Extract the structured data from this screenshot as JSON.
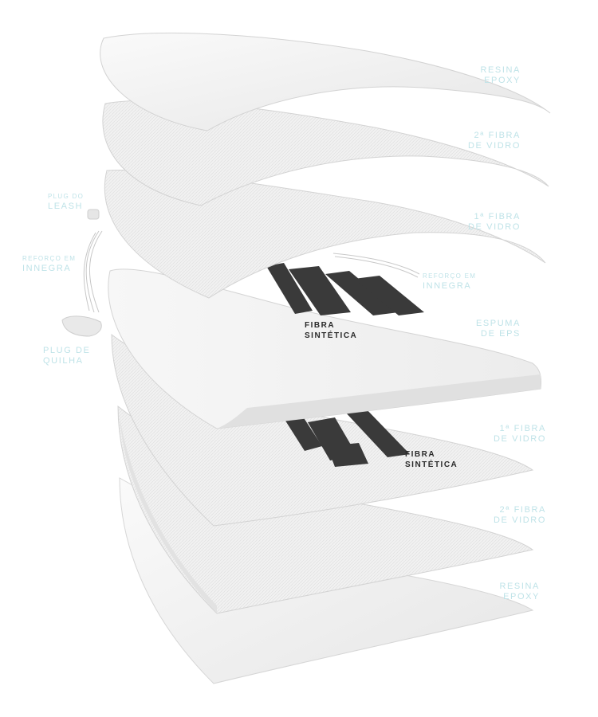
{
  "layer_labels": [
    {
      "line1": "RESINA",
      "line2": "EPOXY"
    },
    {
      "line1": "2ª FIBRA",
      "line2": "DE VIDRO"
    },
    {
      "line1": "1ª FIBRA",
      "line2": "DE VIDRO"
    },
    {
      "line1": "ESPUMA",
      "line2": "DE EPS"
    },
    {
      "line1": "1ª FIBRA",
      "line2": "DE VIDRO"
    },
    {
      "line1": "2ª FIBRA",
      "line2": "DE VIDRO"
    },
    {
      "line1": "RESINA",
      "line2": "EPOXY"
    }
  ],
  "component_labels": {
    "leash_plug": {
      "line1": "PLUG DO",
      "line2": "LEASH"
    },
    "innegra_left": {
      "line1": "REFORÇO EM",
      "line2": "INNEGRA"
    },
    "innegra_right": {
      "line1": "REFORÇO EM",
      "line2": "INNEGRA"
    },
    "fin_plug": {
      "line1": "PLUG DE",
      "line2": "QUILHA"
    }
  },
  "synthetic_fiber_labels": [
    {
      "line1": "FIBRA",
      "line2": "SINTÉTICA"
    },
    {
      "line1": "FIBRA",
      "line2": "SINTÉTICA"
    }
  ],
  "colors": {
    "label_teal": "#bfe3e8",
    "dark_text": "#2a2a2a",
    "layer_fill": "#f2f2f2",
    "layer_edge": "#d9d9d9",
    "fiber_dark": "#3a3a3a"
  }
}
